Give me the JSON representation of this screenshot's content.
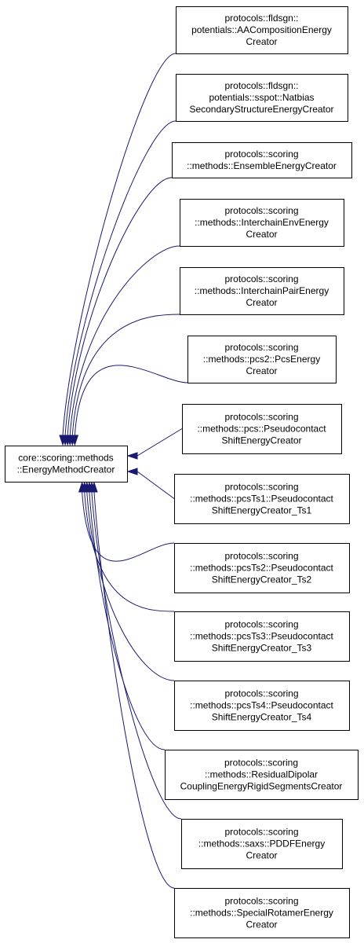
{
  "base_class": {
    "lines": [
      "core::scoring::methods",
      "::EnergyMethodCreator"
    ]
  },
  "derived_classes": [
    {
      "lines": [
        "protocols::fldsgn::",
        "potentials::AACompositionEnergy",
        "Creator"
      ]
    },
    {
      "lines": [
        "protocols::fldsgn::",
        "potentials::sspot::Natbias",
        "SecondaryStructureEnergyCreator"
      ]
    },
    {
      "lines": [
        "protocols::scoring",
        "::methods::EnsembleEnergyCreator"
      ]
    },
    {
      "lines": [
        "protocols::scoring",
        "::methods::InterchainEnvEnergy",
        "Creator"
      ]
    },
    {
      "lines": [
        "protocols::scoring",
        "::methods::InterchainPairEnergy",
        "Creator"
      ]
    },
    {
      "lines": [
        "protocols::scoring",
        "::methods::pcs2::PcsEnergy",
        "Creator"
      ]
    },
    {
      "lines": [
        "protocols::scoring",
        "::methods::pcs::Pseudocontact",
        "ShiftEnergyCreator"
      ]
    },
    {
      "lines": [
        "protocols::scoring",
        "::methods::pcsTs1::Pseudocontact",
        "ShiftEnergyCreator_Ts1"
      ]
    },
    {
      "lines": [
        "protocols::scoring",
        "::methods::pcsTs2::Pseudocontact",
        "ShiftEnergyCreator_Ts2"
      ]
    },
    {
      "lines": [
        "protocols::scoring",
        "::methods::pcsTs3::Pseudocontact",
        "ShiftEnergyCreator_Ts3"
      ]
    },
    {
      "lines": [
        "protocols::scoring",
        "::methods::pcsTs4::Pseudocontact",
        "ShiftEnergyCreator_Ts4"
      ]
    },
    {
      "lines": [
        "protocols::scoring",
        "::methods::ResidualDipolar",
        "CouplingEnergyRigidSegmentsCreator"
      ]
    },
    {
      "lines": [
        "protocols::scoring",
        "::methods::saxs::PDDFEnergy",
        "Creator"
      ]
    },
    {
      "lines": [
        "protocols::scoring",
        "::methods::SpecialRotamerEnergy",
        "Creator"
      ]
    }
  ],
  "colors": {
    "edge": "#191970",
    "box_stroke": "#000000",
    "box_fill": "#ffffff"
  }
}
